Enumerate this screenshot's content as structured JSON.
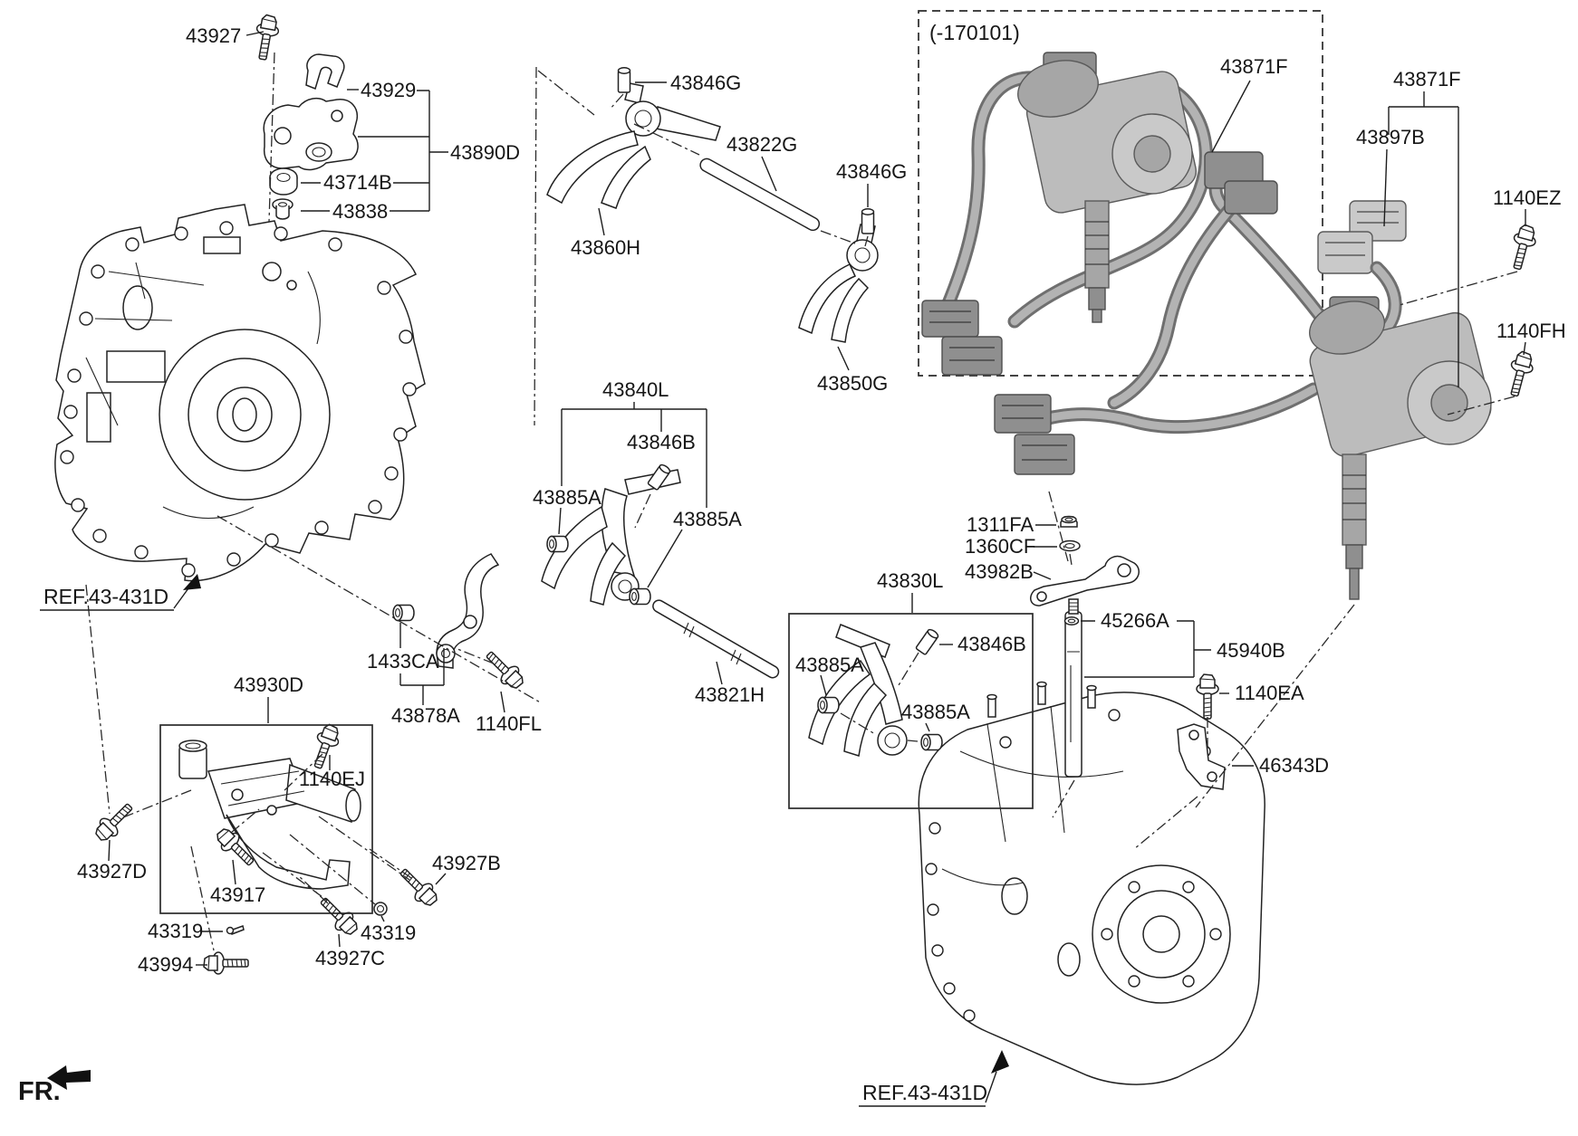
{
  "diagram": {
    "variant_note": "(-170101)",
    "fr_label": "FR."
  },
  "refs": {
    "left_case": "REF.43-431D",
    "bottom_case": "REF.43-431D"
  },
  "callouts": [
    {
      "id": "43927",
      "text": "43927"
    },
    {
      "id": "43929",
      "text": "43929"
    },
    {
      "id": "43890D",
      "text": "43890D"
    },
    {
      "id": "43714B",
      "text": "43714B"
    },
    {
      "id": "43838",
      "text": "43838"
    },
    {
      "id": "43846G-1",
      "text": "43846G"
    },
    {
      "id": "43822G",
      "text": "43822G"
    },
    {
      "id": "43846G-2",
      "text": "43846G"
    },
    {
      "id": "43860H",
      "text": "43860H"
    },
    {
      "id": "43850G",
      "text": "43850G"
    },
    {
      "id": "43840L",
      "text": "43840L"
    },
    {
      "id": "43846B-1",
      "text": "43846B"
    },
    {
      "id": "43885A-1",
      "text": "43885A"
    },
    {
      "id": "43885A-2",
      "text": "43885A"
    },
    {
      "id": "43821H",
      "text": "43821H"
    },
    {
      "id": "1433CA",
      "text": "1433CA"
    },
    {
      "id": "43930D",
      "text": "43930D"
    },
    {
      "id": "43878A",
      "text": "43878A"
    },
    {
      "id": "1140FL",
      "text": "1140FL"
    },
    {
      "id": "1140EJ",
      "text": "1140EJ"
    },
    {
      "id": "43927D",
      "text": "43927D"
    },
    {
      "id": "43917",
      "text": "43917"
    },
    {
      "id": "43319-1",
      "text": "43319"
    },
    {
      "id": "43994",
      "text": "43994"
    },
    {
      "id": "43927C",
      "text": "43927C"
    },
    {
      "id": "43319-2",
      "text": "43319"
    },
    {
      "id": "43927B",
      "text": "43927B"
    },
    {
      "id": "43830L",
      "text": "43830L"
    },
    {
      "id": "1311FA",
      "text": "1311FA"
    },
    {
      "id": "1360CF",
      "text": "1360CF"
    },
    {
      "id": "43982B",
      "text": "43982B"
    },
    {
      "id": "43885A-3",
      "text": "43885A"
    },
    {
      "id": "43846B-2",
      "text": "43846B"
    },
    {
      "id": "43885A-4",
      "text": "43885A"
    },
    {
      "id": "45266A",
      "text": "45266A"
    },
    {
      "id": "45940B",
      "text": "45940B"
    },
    {
      "id": "1140EA",
      "text": "1140EA"
    },
    {
      "id": "46343D",
      "text": "46343D"
    },
    {
      "id": "43871F-1",
      "text": "43871F"
    },
    {
      "id": "43871F-2",
      "text": "43871F"
    },
    {
      "id": "43897B",
      "text": "43897B"
    },
    {
      "id": "1140EZ",
      "text": "1140EZ"
    },
    {
      "id": "1140FH",
      "text": "1140FH"
    }
  ]
}
